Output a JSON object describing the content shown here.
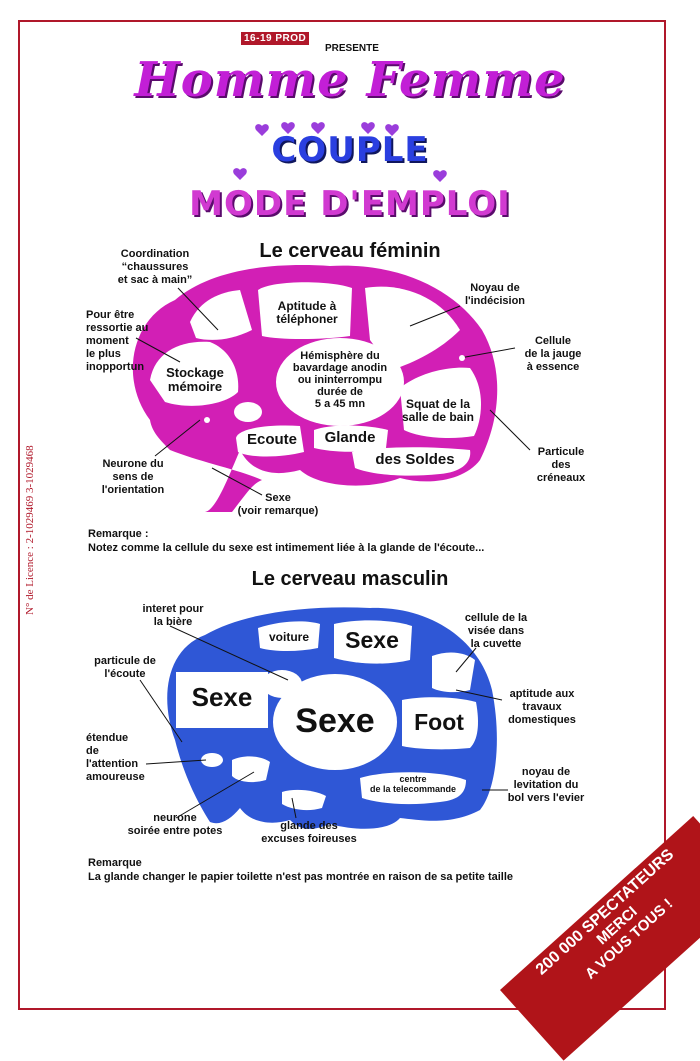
{
  "header": {
    "prod_badge": "16-19 PROD",
    "presents": "PRESENTE",
    "title": "Homme Femme",
    "subtitle1": "COUPLE",
    "subtitle2": "MODE D'EMPLOI"
  },
  "licence": "N° de Licence : 2-1029469   3-1029468",
  "feminine": {
    "heading": "Le cerveau féminin",
    "callouts": {
      "coordination": "Coordination\n“chaussures\net sac à main”",
      "pour_etre": "Pour être\nressortie au\nmoment\nle plus\ninopportun",
      "neurone": "Neurone du\nsens de\nl'orientation",
      "sexe": "Sexe\n(voir remarque)",
      "noyau": "Noyau de\nl'indécision",
      "cellule": "Cellule\nde la jauge\nà essence",
      "particule": "Particule\ndes\ncréneaux"
    },
    "regions": {
      "aptitude": "Aptitude à\ntéléphoner",
      "stockage": "Stockage\nmémoire",
      "hemisphere": "Hémisphère du\nbavardage anodin\nou ininterrompu\ndurée de\n5 a 45 mn",
      "squat": "Squat de la\nsalle de bain",
      "ecoute": "Ecoute",
      "glande": "Glande",
      "soldes": "des Soldes"
    },
    "remark_title": "Remarque :",
    "remark_text": "Notez comme la cellule du sexe est intimement liée à la glande de l'écoute..."
  },
  "masculine": {
    "heading": "Le cerveau masculin",
    "callouts": {
      "interet": "interet pour\nla bière",
      "particule": "particule de\nl'écoute",
      "etendue": "étendue\nde\nl'attention\namoureuse",
      "neurone": "neurone\nsoirée entre potes",
      "glande": "glande des\nexcuses foireuses",
      "cellule": "cellule de la\nvisée dans\nla cuvette",
      "aptitude": "aptitude aux\ntravaux\ndomestiques",
      "noyau": "noyau de\nlevitation du\nbol vers l'evier"
    },
    "regions": {
      "voiture": "voiture",
      "sexe_top": "Sexe",
      "sexe_left": "Sexe",
      "sexe_center": "Sexe",
      "foot": "Foot",
      "centre": "centre\nde la telecommande"
    },
    "remark_title": "Remarque",
    "remark_text": "La glande changer le papier toilette n'est pas montrée en raison de sa petite taille"
  },
  "banner": {
    "line1": "200 000 SPECTATEURS",
    "line2": "MERCI",
    "line3": "A VOUS TOUS !"
  },
  "colors": {
    "feminine_brain": "#d21fb5",
    "masculine_brain": "#2f57d6",
    "frame": "#b0182a",
    "banner": "#b01419"
  }
}
